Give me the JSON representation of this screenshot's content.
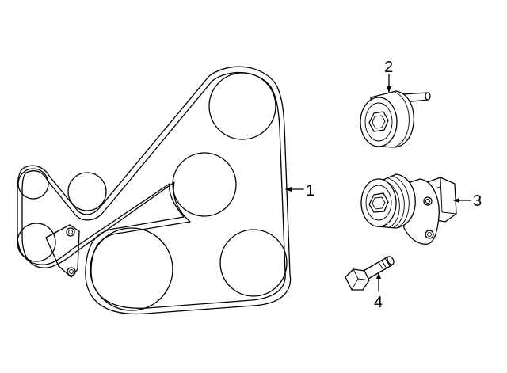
{
  "callouts": {
    "belt": "1",
    "idler": "2",
    "tensioner": "3",
    "bolt": "4"
  },
  "colors": {
    "line": "#000000",
    "background": "#ffffff"
  }
}
